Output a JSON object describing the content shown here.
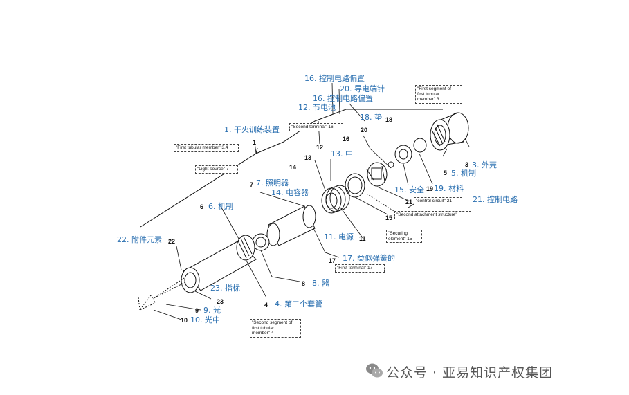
{
  "cn_labels": {
    "l16a": "16. 控制电路偏置",
    "l20": "20. 导电端针",
    "l16b": "16. 控制电路偏置",
    "l12": "12. 节电池",
    "l18": "18. 垫",
    "l1": "1. 干火训练装置",
    "l13": "13. 中",
    "l7": "7. 照明器",
    "l14": "14. 电容器",
    "l3": "3. 外壳",
    "l5": "5. 机制",
    "l15": "15. 安全",
    "l19": "19. 材料",
    "l21": "21. 控制电路",
    "l6": "6. 机制",
    "l11": "11. 电源",
    "l22": "22. 附件元素",
    "l17": "17. 类似弹簧的",
    "l8": "8. 器",
    "l23": "23. 指标",
    "l4": "4. 第二个套管",
    "l9": "9. 光",
    "l10": "10. 光中"
  },
  "part_numbers": {
    "n1": "1",
    "n3": "3",
    "n4": "4",
    "n5": "5",
    "n6": "6",
    "n7": "7",
    "n8": "8",
    "n9": "9",
    "n10": "10",
    "n11": "11",
    "n12": "12",
    "n13": "13",
    "n14": "14",
    "n15": "15",
    "n16": "16",
    "n17": "17",
    "n18": "18",
    "n19": "19",
    "n20": "20",
    "n21": "21",
    "n22": "22",
    "n23": "23"
  },
  "en_boxes": {
    "first_segment": "\"First segment of\nfirst tubular\nmember\" 3",
    "second_terminal": "\"Second terminal\" 16",
    "first_tubular": "\"First tubular member\" 3,4",
    "light_source": "\"Light source\" 7",
    "control_circuit": "\"control circuit\" 21",
    "second_attachment": "\"Second attachment structure\"",
    "securing": "\"Securing\nelement\" 15",
    "first_terminal": "\"First terminal\" 17",
    "second_segment": "\"Second segment of\nfirst tubular\nmember\" 4"
  },
  "watermark": {
    "text": "公众号 · 亚易知识产权集团",
    "icon": "wechat-icon"
  },
  "colors": {
    "label_blue": "#2a6fb0",
    "line": "#111111",
    "watermark": "#555555"
  }
}
